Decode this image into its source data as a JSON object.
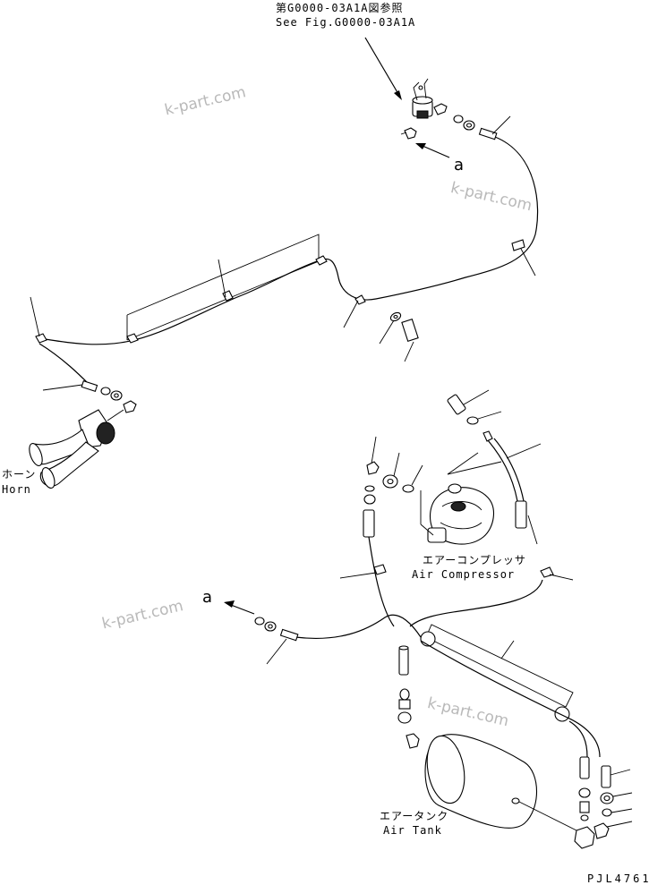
{
  "references": {
    "top_ja": "第G0000-03A1A図参照",
    "top_en": "See Fig.G0000-03A1A",
    "connection_marker_top": "a",
    "connection_marker_left": "a"
  },
  "components": {
    "horn_ja": "ホーン",
    "horn_en": "Horn",
    "compressor_ja": "エアーコンプレッサ",
    "compressor_en": "Air Compressor",
    "tank_ja": "エアータンク",
    "tank_en": "Air Tank"
  },
  "drawing_code": "PJL4761",
  "watermarks": [
    "k-part.com",
    "k-part.com",
    "k-part.com",
    "k-part.com"
  ]
}
